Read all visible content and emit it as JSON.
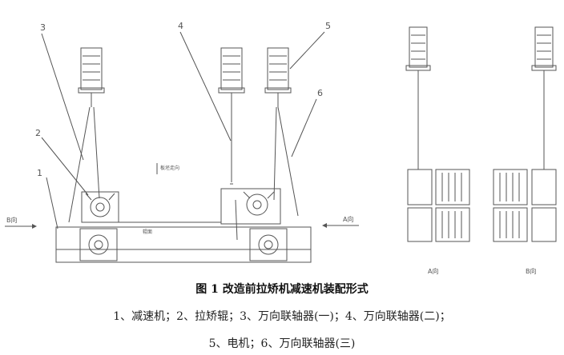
{
  "callouts": [
    "3",
    "4",
    "5",
    "6",
    "2",
    "1"
  ],
  "direction_labels": {
    "b_dir": "B向",
    "a_dir": "A向",
    "flow_dir": "板坯走向",
    "slab": "辊面",
    "view_a": "A向",
    "view_b": "B向"
  },
  "caption": {
    "title": "图 1  改造前拉矫机减速机装配形式",
    "legend_line1": "1、减速机；2、拉矫辊；3、万向联轴器(一)；4、万向联轴器(二)；",
    "legend_line2": "5、电机；6、万向联轴器(三)"
  },
  "colors": {
    "line": "#555555",
    "text": "#222222"
  }
}
